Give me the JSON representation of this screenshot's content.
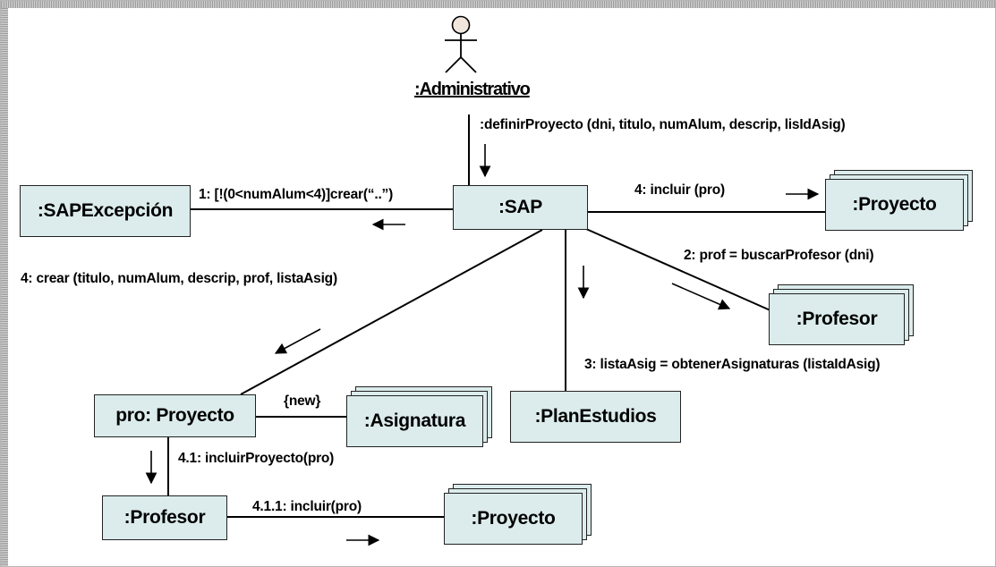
{
  "actor": {
    "name": ":Administrativo",
    "icon": "stick-figure-actor-icon"
  },
  "objects": {
    "sap": ":SAP",
    "sap_excepcion": ":SAPExcepción",
    "proyecto_top": ":Proyecto",
    "profesor_mid": ":Profesor",
    "plan_estudios": ":PlanEstudios",
    "pro_proyecto": "pro: Proyecto",
    "asignatura": ":Asignatura",
    "profesor_bottom": ":Profesor",
    "proyecto_bottom": ":Proyecto"
  },
  "messages": {
    "definir": ":definirProyecto (dni, titulo, numAlum, descrip, lisIdAsig)",
    "crear_excepcion": "1: [!(0<numAlum<4)]crear(“..”)",
    "incluir_top": "4: incluir (pro)",
    "buscar_profesor": "2: prof = buscarProfesor (dni)",
    "crear_proyecto": "4: crear (titulo, numAlum, descrip, prof, listaAsig)",
    "obtener_asignaturas": "3: listaAsig = obtenerAsignaturas (listaIdAsig)",
    "new_constraint": "{new}",
    "incluir_proyecto": "4.1: incluirProyecto(pro)",
    "incluir_bottom": "4.1.1: incluir(pro)"
  },
  "colors": {
    "object_fill": "#dcecec",
    "stroke": "#222222",
    "actor_head": "#f0e6dc"
  }
}
